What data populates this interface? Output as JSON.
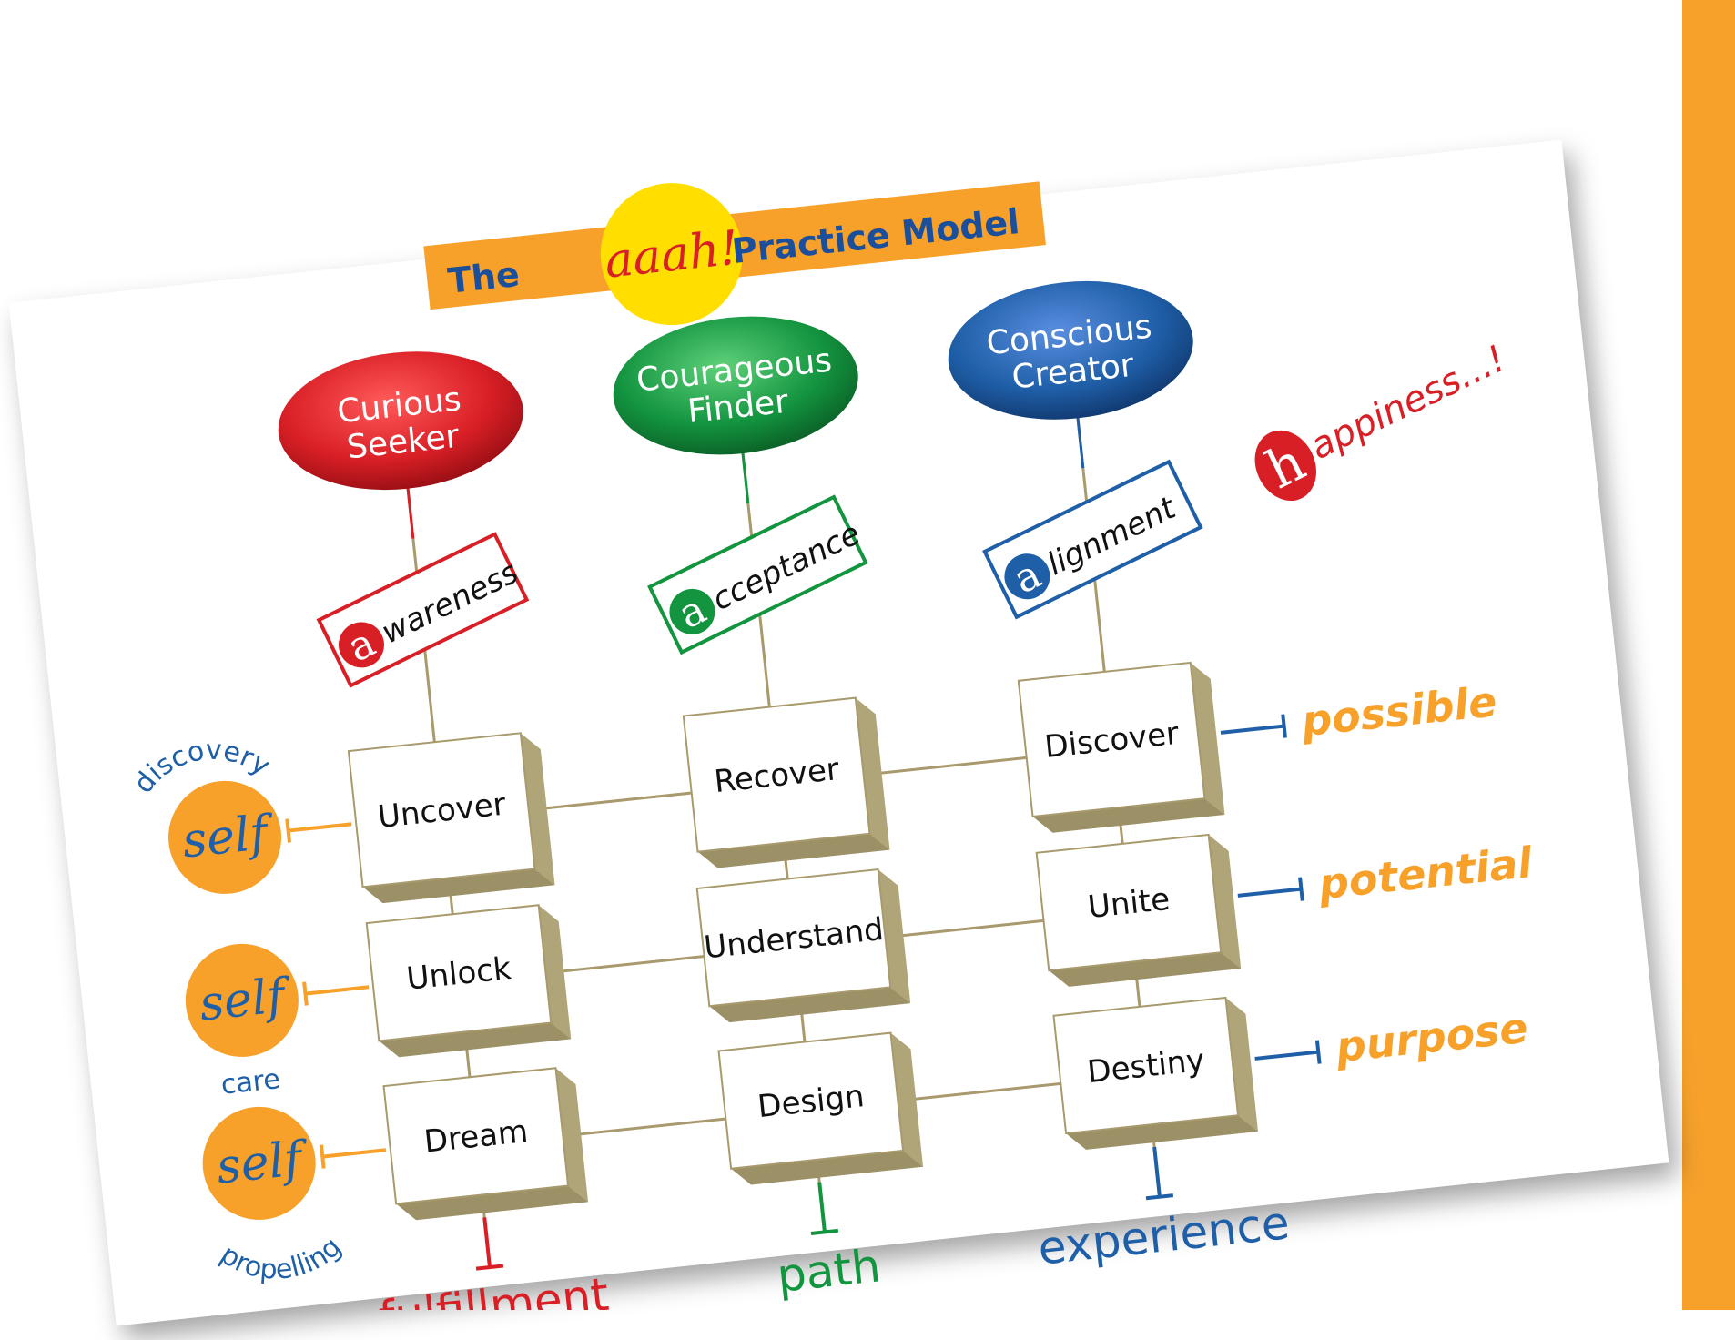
{
  "colors": {
    "orange": "#f7a12b",
    "red": "#d91f26",
    "green": "#13943f",
    "blue": "#1f5fa8",
    "yellow": "#ffde00",
    "navy": "#1b4f9c",
    "box_side": "#b0a479",
    "connector": "#a89a6c"
  },
  "title": {
    "prefix": "The",
    "brand": "aaah!",
    "suffix": "Practice Model"
  },
  "personas": [
    {
      "line1": "Curious",
      "line2": "Seeker"
    },
    {
      "line1": "Courageous",
      "line2": "Finder"
    },
    {
      "line1": "Conscious",
      "line2": "Creator"
    }
  ],
  "principles": [
    {
      "initial": "a",
      "rest": "wareness"
    },
    {
      "initial": "a",
      "rest": "cceptance"
    },
    {
      "initial": "a",
      "rest": "lignment"
    }
  ],
  "happiness": {
    "initial": "h",
    "rest": "appiness...!"
  },
  "grid": [
    [
      "Uncover",
      "Recover",
      "Discover"
    ],
    [
      "Unlock",
      "Understand",
      "Unite"
    ],
    [
      "Dream",
      "Design",
      "Destiny"
    ]
  ],
  "outcomes_right": [
    "possible",
    "potential",
    "purpose"
  ],
  "outcomes_bottom": [
    "fulfillment",
    "path",
    "experience"
  ],
  "self_badges": [
    {
      "word": "self",
      "caption": "discovery"
    },
    {
      "word": "self",
      "caption": "care"
    },
    {
      "word": "self",
      "caption": "propelling"
    }
  ]
}
